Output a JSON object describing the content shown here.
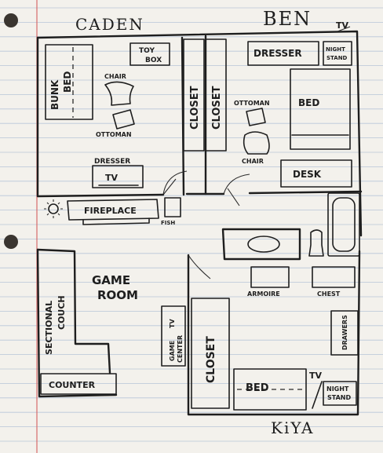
{
  "rooms": {
    "caden": "CADEN",
    "ben": "BEN",
    "kiya": "KiYA",
    "game_room": [
      "GAME",
      "ROOM"
    ]
  },
  "furniture": {
    "caden_bunk_bed": [
      "BUNK",
      "BED"
    ],
    "caden_toy_box": [
      "TOY",
      "BOX"
    ],
    "caden_chair": "CHAIR",
    "caden_ottoman": "OTTOMAN",
    "caden_dresser": "DRESSER",
    "caden_tv": "TV",
    "closet_1": "CLOSET",
    "closet_2": "CLOSET",
    "ben_tv": "TV",
    "ben_dresser": "DRESSER",
    "ben_night_stand": [
      "NIGHT",
      "STAND"
    ],
    "ben_ottoman": "OTTOMAN",
    "ben_bed": "BED",
    "ben_chair": "CHAIR",
    "ben_desk": "DESK",
    "fireplace": "FIREPLACE",
    "fish": "FISH",
    "armoire": "ARMOIRE",
    "chest": "CHEST",
    "sectional_couch": [
      "SECTIONAL",
      "COUCH"
    ],
    "game_center": [
      "GAME",
      "CENTER"
    ],
    "game_tv": "TV",
    "kiya_closet": "CLOSET",
    "drawers": "DRAWERS",
    "counter": "COUNTER",
    "kiya_bed": "BED",
    "kiya_tv": "TV",
    "kiya_night_stand": [
      "NIGHT",
      "STAND"
    ]
  }
}
